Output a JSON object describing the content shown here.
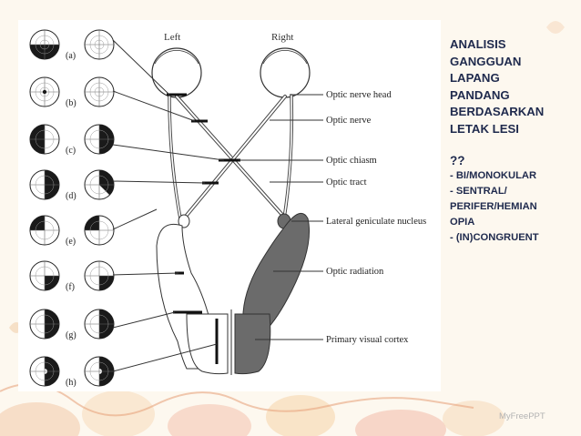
{
  "diagram": {
    "eye_labels": [
      "Left",
      "Right"
    ],
    "field_labels": [
      "(a)",
      "(b)",
      "(c)",
      "(d)",
      "(e)",
      "(f)",
      "(g)",
      "(h)"
    ],
    "structure_labels": [
      "Optic nerve head",
      "Optic nerve",
      "Optic chiasm",
      "Optic tract",
      "Lateral geniculate nucleus",
      "Optic radiation",
      "Primary visual cortex"
    ]
  },
  "side_panel": {
    "heading_lines": [
      "ANALISIS",
      "GANGGUAN",
      "LAPANG",
      "PANDANG",
      "BERDASARKAN",
      "LETAK LESI"
    ],
    "question": "??",
    "bullet_lines": [
      "- BI/MONOKULAR",
      "-  SENTRAL/",
      "PERIFER/HEMIAN",
      "OPIA",
      "- (IN)CONGRUENT"
    ]
  },
  "watermark": "MyFreePPT",
  "colors": {
    "text": "#1f2a4d",
    "background": "#fdf8ef",
    "ink": "#1a1a1a",
    "cortex": "#6b6b6b"
  }
}
